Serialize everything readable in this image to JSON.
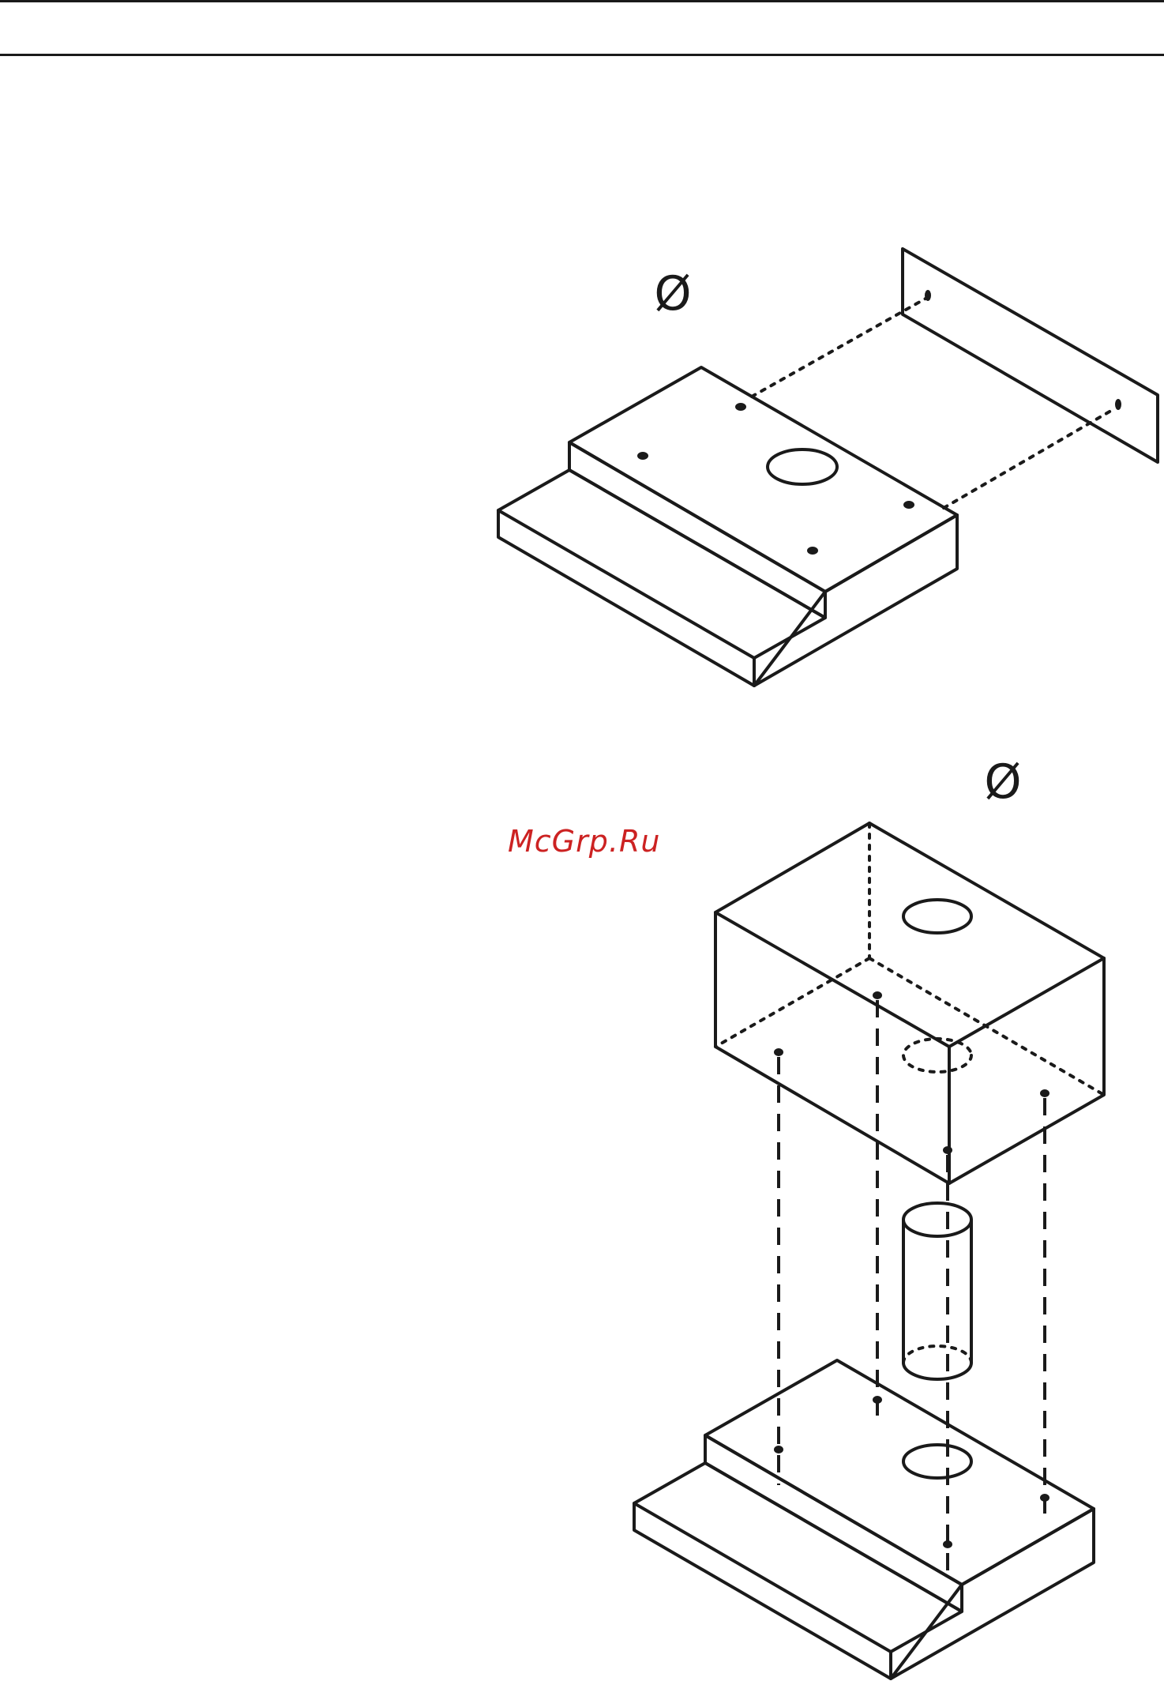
{
  "figure_1": {
    "symbol": "Ø"
  },
  "figure_2": {
    "symbol": "Ø"
  },
  "watermark": {
    "text": "McGrp.Ru",
    "color": "#cc2222"
  }
}
